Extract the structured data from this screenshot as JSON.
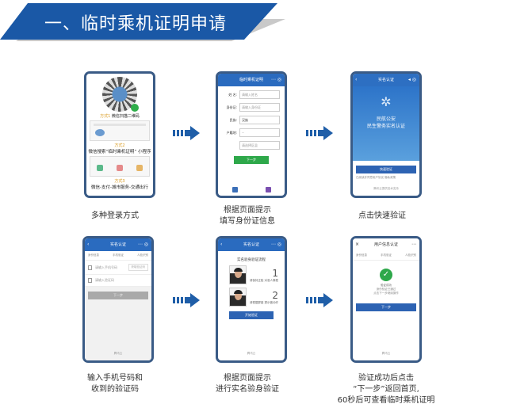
{
  "header": {
    "title": "一、临时乘机证明申请",
    "accent_color": "#1a58a6"
  },
  "steps": [
    {
      "caption_lines": [
        "多种登录方式"
      ],
      "phone": {
        "method1_label": "方式1",
        "method1_desc": "微信扫描二维码",
        "method2_label": "方式2",
        "method2_desc": "微信搜索“临时乘机证明” 小程序",
        "method3_label": "方式3",
        "method3_desc": "微信-支付-城市服务-交通出行"
      }
    },
    {
      "caption_lines": [
        "根据页面提示",
        "填写身份证信息"
      ],
      "phone": {
        "title": "临时乘机证明",
        "fields": [
          {
            "label": "姓 名:",
            "placeholder": "请输入姓名"
          },
          {
            "label": "身份证:",
            "placeholder": "请输入身份证"
          },
          {
            "label": "民族:",
            "value": "汉族"
          },
          {
            "label": "户籍地:",
            "value": "--"
          },
          {
            "label": "",
            "placeholder": "请选择区县"
          }
        ],
        "next_button": "下一步"
      }
    },
    {
      "caption_lines": [
        "点击快速验证"
      ],
      "phone": {
        "title": "实名认证",
        "hero_line1": "民航公安",
        "hero_line2": "民生警务实名认证",
        "verify_button": "快速验证",
        "agreement": "已阅读并同意用户协议 隐私政策",
        "footer": "腾讯云提供技术支持"
      }
    },
    {
      "caption_lines": [
        "输入手机号码和",
        "收到的验证码"
      ],
      "phone": {
        "title": "实名认证",
        "steps": [
          "身份信息",
          "手机验证",
          "人脸识别"
        ],
        "phone_placeholder": "请输入手机号码",
        "code_button": "获取验证码",
        "code_placeholder": "请输入验证码",
        "next_button": "下一步",
        "footer": "腾讯云"
      }
    },
    {
      "caption_lines": [
        "根据页面提示",
        "进行实名验身验证"
      ],
      "phone": {
        "title": "实名认证",
        "flow_title": "实名验身验证流程",
        "step1_number": "1",
        "step1_desc": "请保持正脸 对准人像框",
        "step2_number": "2",
        "step2_desc": "请根据屏幕 提示做动作",
        "start_button": "开始验证",
        "footer": "腾讯云"
      }
    },
    {
      "caption_lines": [
        "验证成功后点击",
        "“下一步”返回首页,",
        "60秒后可查看临时乘机证明"
      ],
      "phone": {
        "title": "用户信息认证",
        "steps": [
          "身份信息",
          "手机验证",
          "人脸识别"
        ],
        "success_title": "验证成功",
        "success_desc1": "身份验证已通过",
        "success_desc2": "点击下一步继续操作",
        "next_button": "下一步",
        "footer": "腾讯云"
      }
    }
  ],
  "arrow_icon": "right-arrow-icon"
}
